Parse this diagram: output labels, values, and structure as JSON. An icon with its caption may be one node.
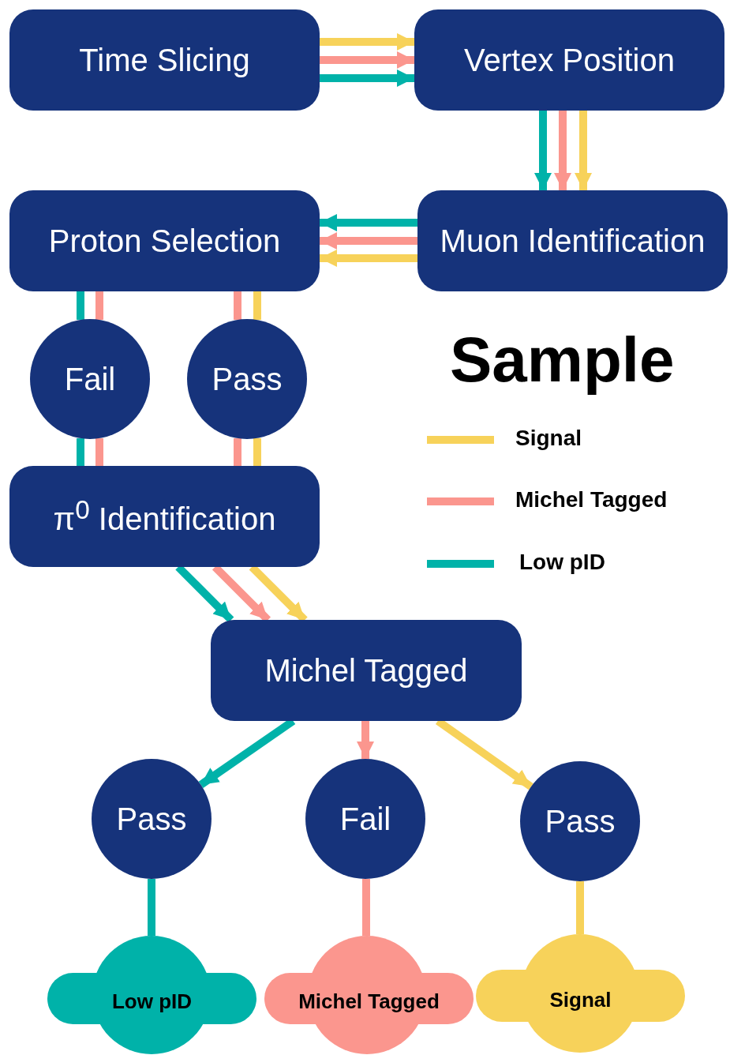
{
  "diagram": {
    "nodes": [
      {
        "text": [
          "Time Slicing"
        ]
      },
      {
        "text": [
          "Vertex Position"
        ]
      },
      {
        "text": [
          "Proton Selection"
        ]
      },
      {
        "text": [
          "Muon Identification"
        ]
      },
      {
        "text": [
          "Fail"
        ]
      },
      {
        "text": [
          "Pass"
        ]
      },
      {
        "text": [
          "π$^{0}$ Identification"
        ]
      },
      {
        "text": [
          "Michel Tagged"
        ]
      },
      {
        "text": [
          "Pass"
        ]
      },
      {
        "text": [
          "Fail"
        ]
      },
      {
        "text": [
          "Pass"
        ]
      },
      {
        "text": [
          "Low pID"
        ]
      },
      {
        "text": [
          "Michel Tagged"
        ]
      },
      {
        "text": [
          "Signal"
        ]
      }
    ],
    "edges": [
      {
        "from": 0,
        "to": 1,
        "arrow": "to",
        "color": "#f7d25a"
      },
      {
        "from": 0,
        "to": 1,
        "arrow": "to",
        "color": "#fb968e"
      },
      {
        "from": 0,
        "to": 1,
        "arrow": "to",
        "color": "#00b2a9"
      },
      {
        "from": 1,
        "to": 3,
        "arrow": "to",
        "color": "#00b2a9"
      },
      {
        "from": 1,
        "to": 3,
        "arrow": "to",
        "color": "#fb968e"
      },
      {
        "from": 1,
        "to": 3,
        "arrow": "to",
        "color": "#f7d25a"
      },
      {
        "from": 3,
        "to": 2,
        "arrow": "to",
        "color": "#00b2a9"
      },
      {
        "from": 3,
        "to": 2,
        "arrow": "to",
        "color": "#fb968e"
      },
      {
        "from": 3,
        "to": 2,
        "arrow": "to",
        "color": "#f7d25a"
      },
      {
        "from": 2,
        "to": 4,
        "arrow": "none",
        "color": "#00b2a9"
      },
      {
        "from": 2,
        "to": 4,
        "arrow": "none",
        "color": "#fb968e"
      },
      {
        "from": 2,
        "to": 5,
        "arrow": "none",
        "color": "#fb968e"
      },
      {
        "from": 2,
        "to": 5,
        "arrow": "none",
        "color": "#f7d25a"
      },
      {
        "from": 4,
        "to": 6,
        "arrow": "none",
        "color": "#00b2a9"
      },
      {
        "from": 4,
        "to": 6,
        "arrow": "none",
        "color": "#fb968e"
      },
      {
        "from": 5,
        "to": 6,
        "arrow": "none",
        "color": "#fb968e"
      },
      {
        "from": 5,
        "to": 6,
        "arrow": "none",
        "color": "#f7d25a"
      },
      {
        "from": 6,
        "to": 7,
        "arrow": "to",
        "color": "#00b2a9"
      },
      {
        "from": 6,
        "to": 7,
        "arrow": "to",
        "color": "#fb968e"
      },
      {
        "from": 6,
        "to": 7,
        "arrow": "to",
        "color": "#f7d25a"
      },
      {
        "from": 7,
        "to": 8,
        "arrow": "to",
        "color": "#00b2a9"
      },
      {
        "from": 7,
        "to": 9,
        "arrow": "to",
        "color": "#fb968e"
      },
      {
        "from": 7,
        "to": 10,
        "arrow": "to",
        "color": "#f7d25a"
      },
      {
        "from": 8,
        "to": 11,
        "arrow": "none",
        "color": "#00b2a9"
      },
      {
        "from": 9,
        "to": 12,
        "arrow": "none",
        "color": "#fb968e"
      },
      {
        "from": 10,
        "to": 13,
        "arrow": "none",
        "color": "#f7d25a"
      }
    ],
    "labels": [
      "Sample"
    ],
    "legend": [
      {
        "text": "Signal",
        "color": "#f7d25a"
      },
      {
        "text": "Michel Tagged",
        "color": "#fb968e"
      },
      {
        "text": "Low pID",
        "color": "#00b2a9"
      }
    ]
  }
}
